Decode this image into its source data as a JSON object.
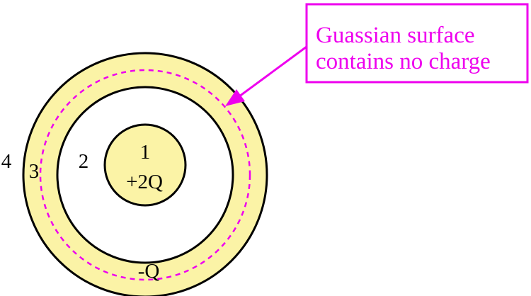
{
  "diagram": {
    "regions": {
      "inner_label": "1",
      "inner_charge": "+2Q",
      "gap_label": "2",
      "shell_label": "3",
      "outside_label": "4",
      "shell_charge": "-Q"
    },
    "callout": {
      "line1": "Guassian surface",
      "line2": "contains no charge"
    },
    "colors": {
      "conductor_fill": "#fbf3a6",
      "outline": "#000000",
      "accent": "#ee00ee",
      "background": "#ffffff"
    }
  }
}
